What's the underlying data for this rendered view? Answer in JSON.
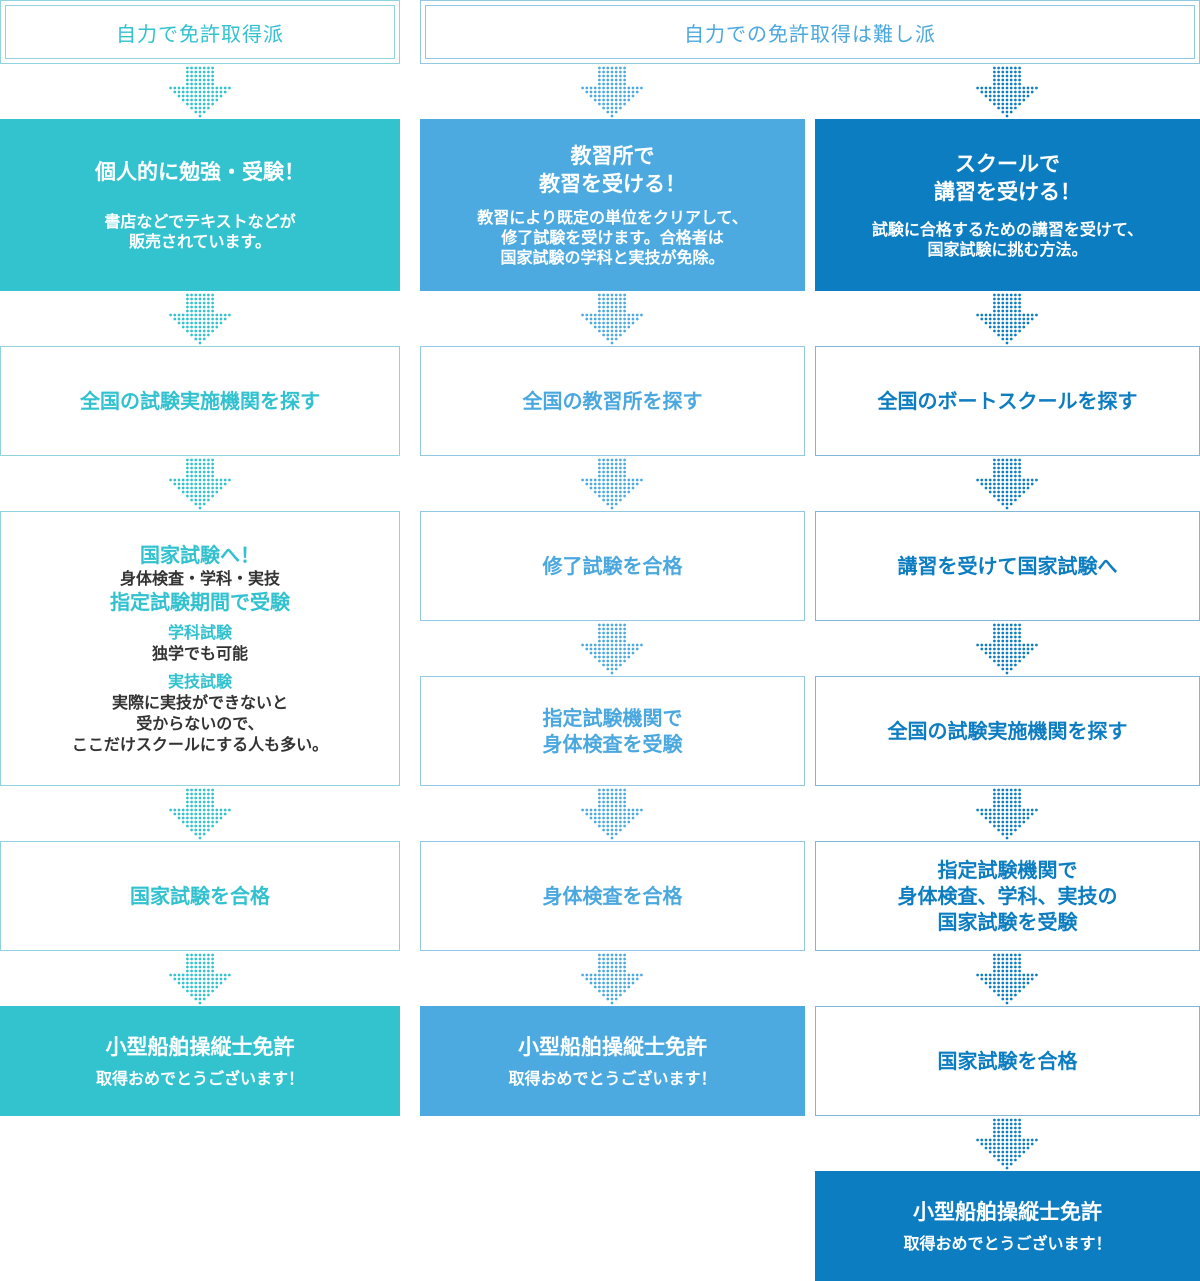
{
  "headers": {
    "left": "自力で免許取得派",
    "right": "自力での免許取得は難し派"
  },
  "columns": [
    {
      "top": {
        "title": "個人的に勉強・受験！",
        "sub": "書店などでテキストなどが\n販売されています。"
      },
      "step1": "全国の試験実施機関を探す",
      "detail": {
        "title": "国家試験へ！",
        "line1": "身体検査・学科・実技",
        "line2": "指定試験期間で受験",
        "head1": "学科試験",
        "body1": "独学でも可能",
        "head2": "実技試験",
        "body2": "実際に実技ができないと\n受からないので、\nここだけスクールにする人も多い。"
      },
      "step3": "国家試験を合格",
      "final": {
        "title": "小型船舶操縦士免許",
        "sub": "取得おめでとうございます！"
      }
    },
    {
      "top": {
        "title": "教習所で\n教習を受ける！",
        "sub": "教習により既定の単位をクリアして、\n修了試験を受けます。合格者は\n国家試験の学科と実技が免除。"
      },
      "step1": "全国の教習所を探す",
      "step2": "修了試験を合格",
      "step3": "指定試験機関で\n身体検査を受験",
      "step4": "身体検査を合格",
      "final": {
        "title": "小型船舶操縦士免許",
        "sub": "取得おめでとうございます！"
      }
    },
    {
      "top": {
        "title": "スクールで\n講習を受ける！",
        "sub": "試験に合格するための講習を受けて、\n国家試験に挑む方法。"
      },
      "step1": "全国のボートスクールを探す",
      "step2": "講習を受けて国家試験へ",
      "step3": "全国の試験実施機関を探す",
      "step4": "指定試験機関で\n身体検査、学科、実技の\n国家試験を受験",
      "step5": "国家試験を合格",
      "final": {
        "title": "小型船舶操縦士免許",
        "sub": "取得おめでとうございます！"
      }
    }
  ],
  "colors": {
    "col1": "#32c3cf",
    "col2": "#4caae0",
    "col3": "#0d7dc2"
  },
  "icons": {
    "arrow": "dotted-down-arrow-icon"
  }
}
